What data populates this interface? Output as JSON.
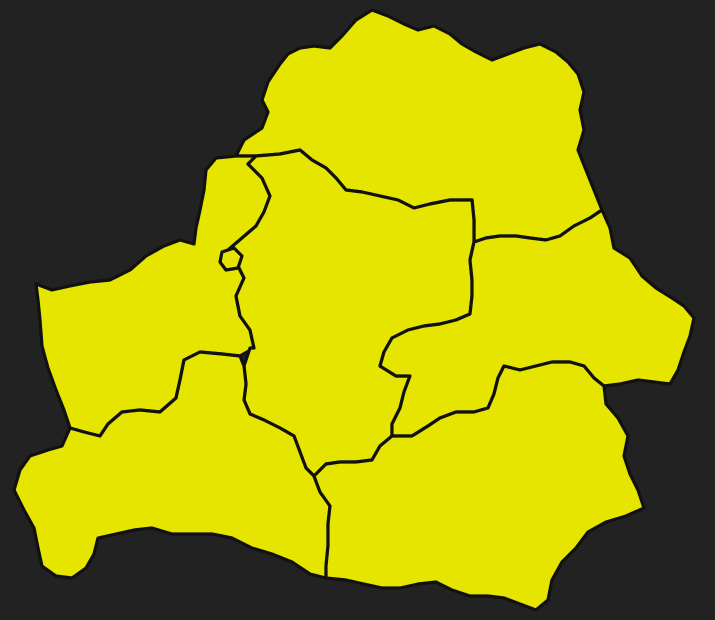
{
  "map": {
    "background_color": "#222222",
    "fill_color": "#E5E500",
    "border_color": "#111111",
    "regions": [
      {
        "key": "vitebsk"
      },
      {
        "key": "grodno"
      },
      {
        "key": "minsk"
      },
      {
        "key": "minsk-city"
      },
      {
        "key": "mogilev"
      },
      {
        "key": "brest"
      },
      {
        "key": "gomel"
      }
    ]
  }
}
